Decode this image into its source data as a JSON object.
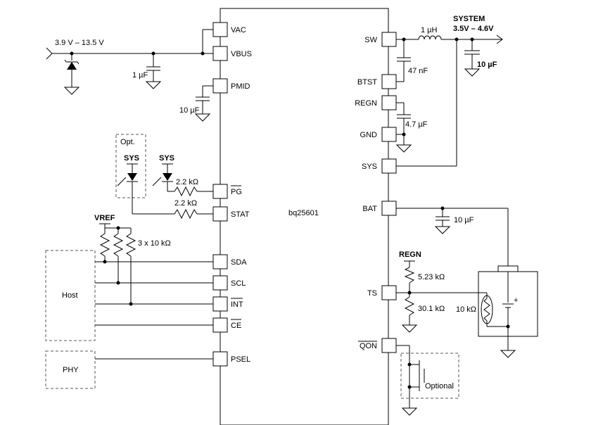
{
  "chip": {
    "name": "bq25601"
  },
  "left_pins": {
    "vac": "VAC",
    "vbus": "VBUS",
    "pmid": "PMID",
    "pg": "PG",
    "stat": "STAT",
    "sda": "SDA",
    "scl": "SCL",
    "int": "INT",
    "ce": "CE",
    "psel": "PSEL"
  },
  "right_pins": {
    "sw": "SW",
    "btst": "BTST",
    "regn": "REGN",
    "gnd": "GND",
    "sys": "SYS",
    "bat": "BAT",
    "ts": "TS",
    "qon": "QON"
  },
  "labels": {
    "input_voltage": "3.9 V – 13.5 V",
    "vbus_cap": "1 µF",
    "pmid_cap": "10 µF",
    "opt": "Opt.",
    "sys_left": "SYS",
    "sys_right": "SYS",
    "pg_res": "2.2 kΩ",
    "stat_res": "2.2 kΩ",
    "vref": "VREF",
    "pullups": "3 x 10 kΩ",
    "host": "Host",
    "phy": "PHY",
    "inductor": "1 µH",
    "system": "SYSTEM",
    "system_range": "3.5V – 4.6V",
    "sys_cap": "10 µF",
    "btst_cap": "47 nF",
    "regn_cap": "4.7 µF",
    "bat_cap": "10 µF",
    "regn_label": "REGN",
    "ts_res_top": "5.23 kΩ",
    "ts_res_bot": "30.1 kΩ",
    "thermistor": "10 kΩ",
    "plus": "+",
    "optional": "Optional"
  }
}
